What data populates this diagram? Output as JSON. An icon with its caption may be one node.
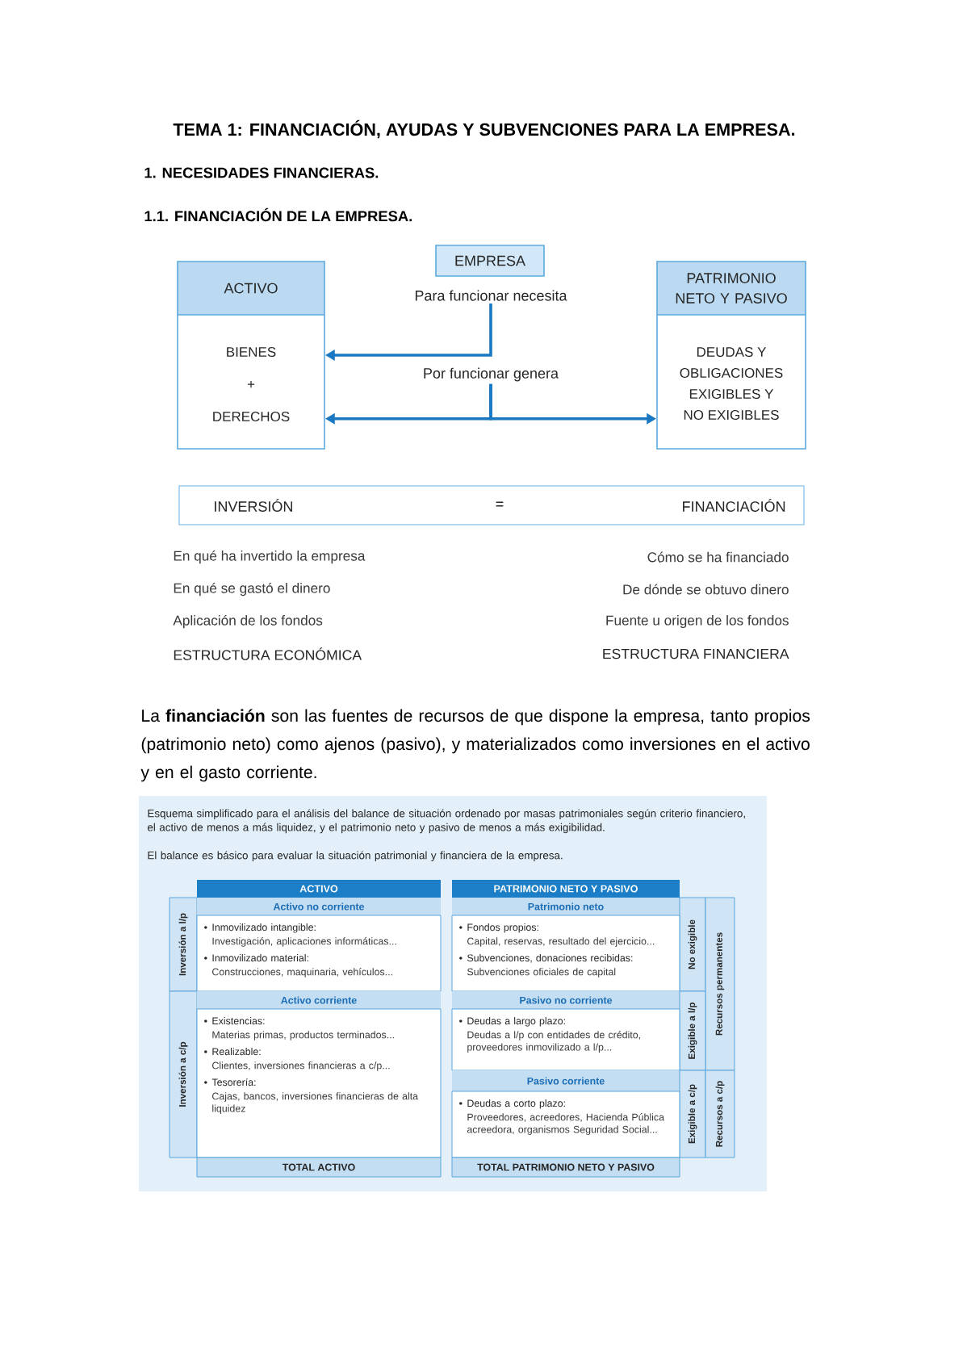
{
  "diagram": {
    "title": "TEMA 1: FINANCIACIÓN, AYUDAS Y SUBVENCIONES PARA LA EMPRESA.",
    "nodes": [
      {
        "text": [
          "EMPRESA"
        ]
      },
      {
        "text": [
          "ACTIVO",
          "BIENES + DERECHOS"
        ]
      },
      {
        "text": [
          "PATRIMONIO NETO Y PASIVO",
          "DEUDAS Y OBLIGACIONES EXIGIBLES Y NO EXIGIBLES"
        ]
      },
      {
        "text": [
          "Para funcionar necesita"
        ]
      },
      {
        "text": [
          "Por funcionar genera"
        ]
      },
      {
        "text": [
          "INVERSIÓN",
          "=",
          "FINANCIACIÓN"
        ]
      },
      {
        "text": [
          "Esquema simplificado para el análisis del balance de situación ordenado por masas patrimoniales según criterio financiero, el activo de menos a más liquidez, y el patrimonio neto y pasivo de menos a más exigibilidad.",
          "El balance es básico para evaluar la situación patrimonial y financiera de la empresa."
        ]
      },
      {
        "text": [
          "ACTIVO"
        ],
        "in": 6
      },
      {
        "text": [
          "PATRIMONIO NETO Y PASIVO"
        ],
        "in": 6
      },
      {
        "text": [
          "Inversión a l/p"
        ],
        "in": 6
      },
      {
        "text": [
          "Activo no corriente"
        ],
        "in": 6
      },
      {
        "text": [
          "Patrimonio neto"
        ],
        "in": 6
      },
      {
        "text": [
          "No exigible"
        ],
        "in": 6
      },
      {
        "text": [
          "Recursos permanentes"
        ],
        "in": 6
      },
      {
        "text": [
          "Inmovilizado intangible:",
          "Investigación, aplicaciones informáticas...",
          "Inmovilizado material:",
          "Construcciones, maquinaria, vehículos..."
        ],
        "in": 6
      },
      {
        "text": [
          "Fondos propios:",
          "Capital, reservas, resultado del ejercicio...",
          "Subvenciones, donaciones recibidas:",
          "Subvenciones oficiales de capital"
        ],
        "in": 6
      },
      {
        "text": [
          "Inversión a c/p"
        ],
        "in": 6
      },
      {
        "text": [
          "Activo corriente"
        ],
        "in": 6
      },
      {
        "text": [
          "Pasivo no corriente"
        ],
        "in": 6
      },
      {
        "text": [
          "Exigible a l/p"
        ],
        "in": 6
      },
      {
        "text": [
          "Existencias:",
          "Materias primas, productos terminados...",
          "Realizable:",
          "Clientes, inversiones financieras a c/p...",
          "Tesorería:",
          "Cajas, bancos, inversiones financieras de alta liquidez"
        ],
        "in": 6
      },
      {
        "text": [
          "Deudas a largo plazo:",
          "Deudas a l/p con entidades de crédito, proveedores inmovilizado a l/p..."
        ],
        "in": 6
      },
      {
        "text": [
          "Pasivo corriente"
        ],
        "in": 6
      },
      {
        "text": [
          "Exigible a c/p"
        ],
        "in": 6
      },
      {
        "text": [
          "Recursos a c/p"
        ],
        "in": 6
      },
      {
        "text": [
          "Deudas a corto plazo:",
          "Proveedores, acreedores, Hacienda Pública acreedora, organismos Seguridad Social..."
        ],
        "in": 6
      },
      {
        "text": [
          "TOTAL ACTIVO"
        ],
        "in": 6
      },
      {
        "text": [
          "TOTAL PATRIMONIO NETO Y PASIVO"
        ],
        "in": 6
      }
    ],
    "edges": [
      {
        "from": 3,
        "to": 1,
        "arrow": "to"
      },
      {
        "from": 4,
        "to": 1,
        "arrow": "to"
      },
      {
        "from": 4,
        "to": 2,
        "arrow": "to"
      }
    ],
    "labels": [
      "1. NECESIDADES FINANCIERAS.",
      "1.1. FINANCIACIÓN DE LA EMPRESA.",
      "En qué ha invertido la empresa",
      "Cómo se ha financiado",
      "En qué se gastó el dinero",
      "De dónde se obtuvo dinero",
      "Aplicación de los fondos",
      "Fuente u origen de los fondos",
      "ESTRUCTURA ECONÓMICA",
      "ESTRUCTURA FINANCIERA",
      "La **financiación** son las fuentes de recursos de que dispone la empresa, tanto propios (patrimonio neto) como ajenos (pasivo), y materializados como inversiones en el activo y en el gasto corriente."
    ]
  }
}
